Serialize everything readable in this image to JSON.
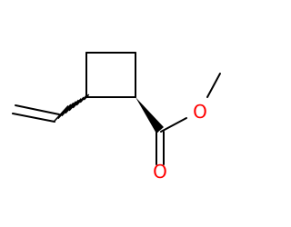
{
  "molecule": {
    "atoms": [
      {
        "id": "ring_c1",
        "element": "C",
        "label": ""
      },
      {
        "id": "ring_c2",
        "element": "C",
        "label": ""
      },
      {
        "id": "ring_c3",
        "element": "C",
        "label": ""
      },
      {
        "id": "ring_c4",
        "element": "C",
        "label": ""
      },
      {
        "id": "vinyl_ch",
        "element": "C",
        "label": ""
      },
      {
        "id": "vinyl_ch2",
        "element": "C",
        "label": ""
      },
      {
        "id": "carbonyl_c",
        "element": "C",
        "label": ""
      },
      {
        "id": "carbonyl_o",
        "element": "O",
        "label": "O"
      },
      {
        "id": "ester_o",
        "element": "O",
        "label": "O"
      },
      {
        "id": "methyl_c",
        "element": "C",
        "label": ""
      }
    ],
    "bonds": [
      {
        "from": "ring_c1",
        "to": "ring_c2",
        "order": 1,
        "stereo": "none"
      },
      {
        "from": "ring_c2",
        "to": "ring_c3",
        "order": 1,
        "stereo": "none"
      },
      {
        "from": "ring_c3",
        "to": "ring_c4",
        "order": 1,
        "stereo": "none"
      },
      {
        "from": "ring_c4",
        "to": "ring_c1",
        "order": 1,
        "stereo": "none"
      },
      {
        "from": "ring_c4",
        "to": "vinyl_ch",
        "order": 1,
        "stereo": "hash"
      },
      {
        "from": "vinyl_ch",
        "to": "vinyl_ch2",
        "order": 2,
        "stereo": "none"
      },
      {
        "from": "ring_c3",
        "to": "carbonyl_c",
        "order": 1,
        "stereo": "wedge"
      },
      {
        "from": "carbonyl_c",
        "to": "carbonyl_o",
        "order": 2,
        "stereo": "none"
      },
      {
        "from": "carbonyl_c",
        "to": "ester_o",
        "order": 1,
        "stereo": "none"
      },
      {
        "from": "ester_o",
        "to": "methyl_c",
        "order": 1,
        "stereo": "none"
      }
    ],
    "colors": {
      "bond": "#000000",
      "oxygen": "#ff0000",
      "background": "#ffffff"
    }
  }
}
